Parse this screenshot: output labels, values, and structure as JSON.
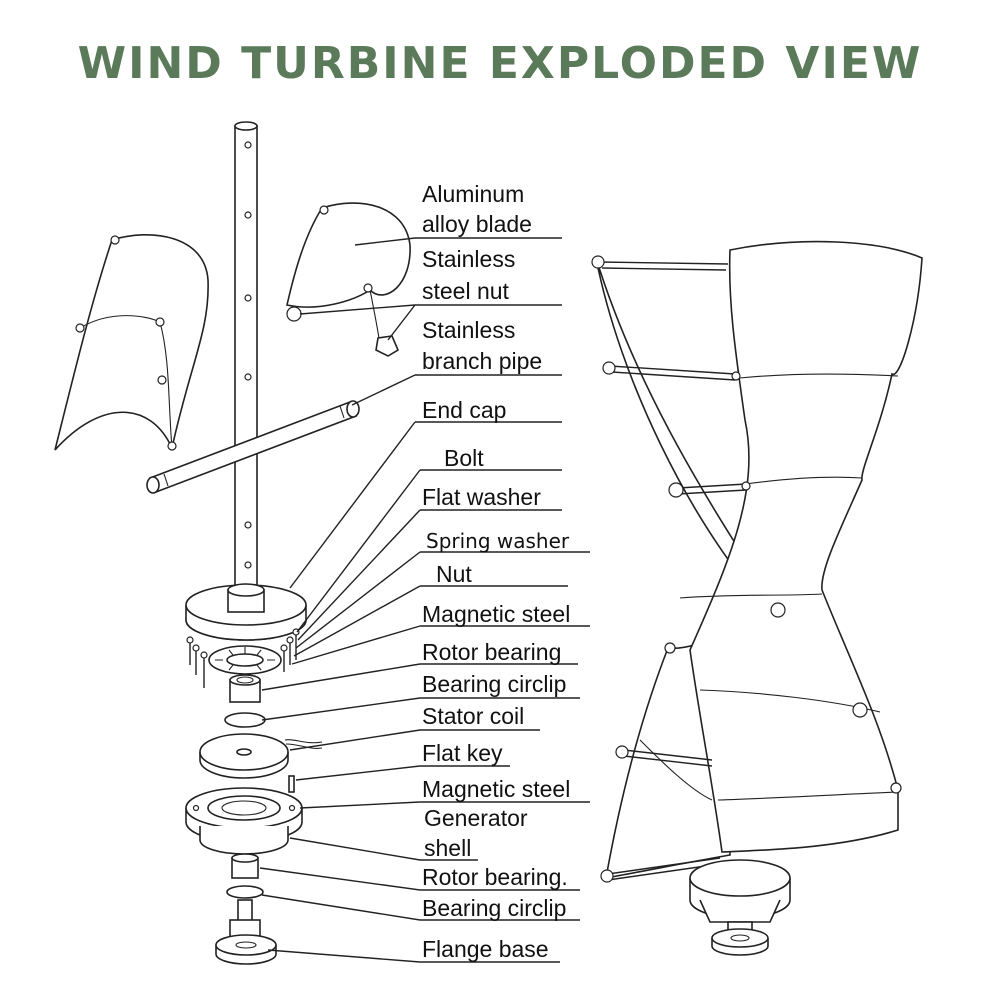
{
  "title": "WIND TURBINE EXPLODED VIEW",
  "labels": {
    "l1a": "Aluminum",
    "l1b": "alloy blade",
    "l2a": "Stainless",
    "l2b": "steel nut",
    "l3a": "Stainless",
    "l3b": "branch pipe",
    "l4": "End cap",
    "l5": "Bolt",
    "l6": "Flat washer",
    "l7": "Spring washer",
    "l8": "Nut",
    "l9": "Magnetic steel",
    "l10": "Rotor bearing",
    "l11": "Bearing circlip",
    "l12": "Stator coil",
    "l13": "Flat key",
    "l14": "Magnetic steel",
    "l15a": "Generator",
    "l15b": "shell",
    "l16": "Rotor bearing.",
    "l17": "Bearing circlip",
    "l18": "Flange base"
  },
  "colors": {
    "title": "#5a7a5a",
    "line": "#222222",
    "background": "#ffffff"
  }
}
